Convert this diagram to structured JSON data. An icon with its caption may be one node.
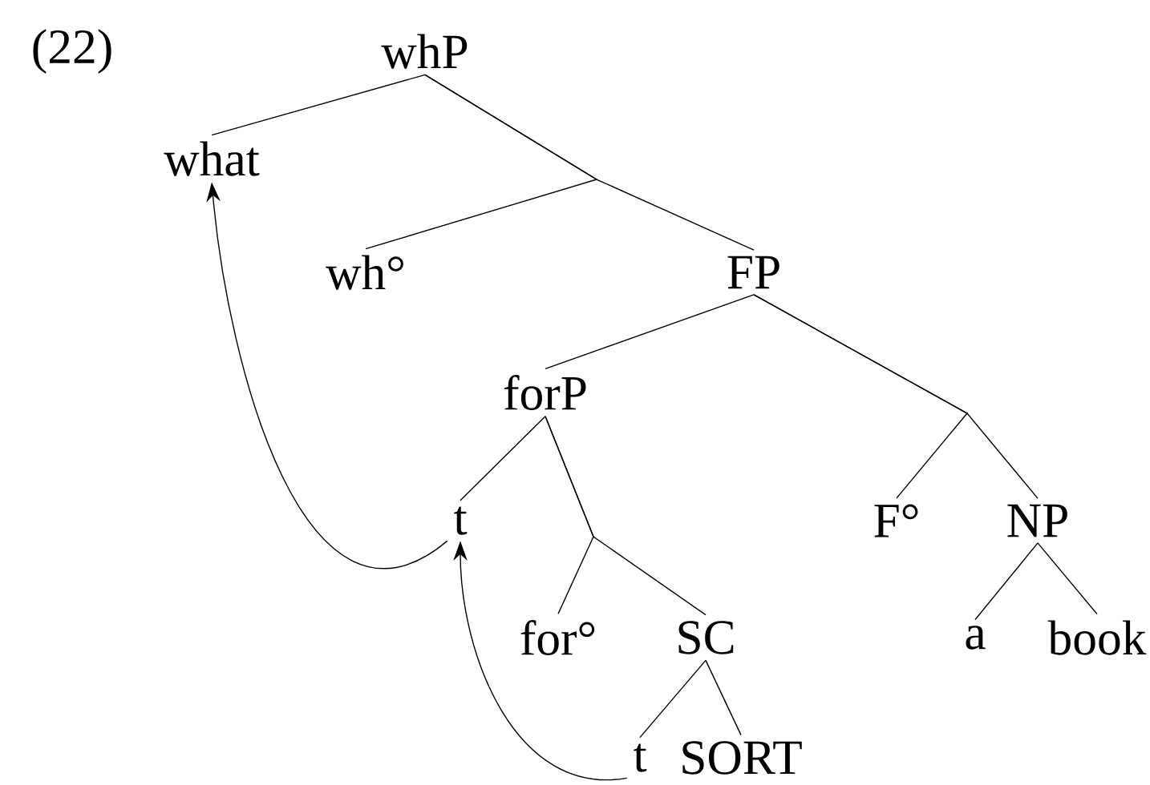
{
  "diagram": {
    "nodes": [
      {
        "text": [
          "whP"
        ]
      },
      {
        "text": [
          "what"
        ]
      },
      {
        "text": [
          "wh°"
        ]
      },
      {
        "text": [
          "FP"
        ]
      },
      {
        "text": [
          "forP"
        ]
      },
      {
        "text": [
          "t"
        ]
      },
      {
        "text": [
          "F°"
        ]
      },
      {
        "text": [
          "NP"
        ]
      },
      {
        "text": [
          "for°"
        ]
      },
      {
        "text": [
          "SC"
        ]
      },
      {
        "text": [
          "a"
        ]
      },
      {
        "text": [
          "book"
        ]
      },
      {
        "text": [
          "t"
        ]
      },
      {
        "text": [
          "SORT"
        ]
      }
    ],
    "edges": [
      {
        "from": 0,
        "to": 1,
        "arrow": "none"
      },
      {
        "from": 0,
        "to": 2,
        "arrow": "none"
      },
      {
        "from": 0,
        "to": 3,
        "arrow": "none"
      },
      {
        "from": 3,
        "to": 4,
        "arrow": "none"
      },
      {
        "from": 3,
        "to": 6,
        "arrow": "none"
      },
      {
        "from": 3,
        "to": 7,
        "arrow": "none"
      },
      {
        "from": 4,
        "to": 5,
        "arrow": "none"
      },
      {
        "from": 4,
        "to": 8,
        "arrow": "none"
      },
      {
        "from": 4,
        "to": 9,
        "arrow": "none"
      },
      {
        "from": 9,
        "to": 12,
        "arrow": "none"
      },
      {
        "from": 9,
        "to": 13,
        "arrow": "none"
      },
      {
        "from": 7,
        "to": 10,
        "arrow": "none"
      },
      {
        "from": 7,
        "to": 11,
        "arrow": "none"
      },
      {
        "from": 5,
        "to": 1,
        "arrow": "to"
      },
      {
        "from": 12,
        "to": 5,
        "arrow": "to"
      }
    ],
    "labels": [
      "(22)"
    ]
  }
}
